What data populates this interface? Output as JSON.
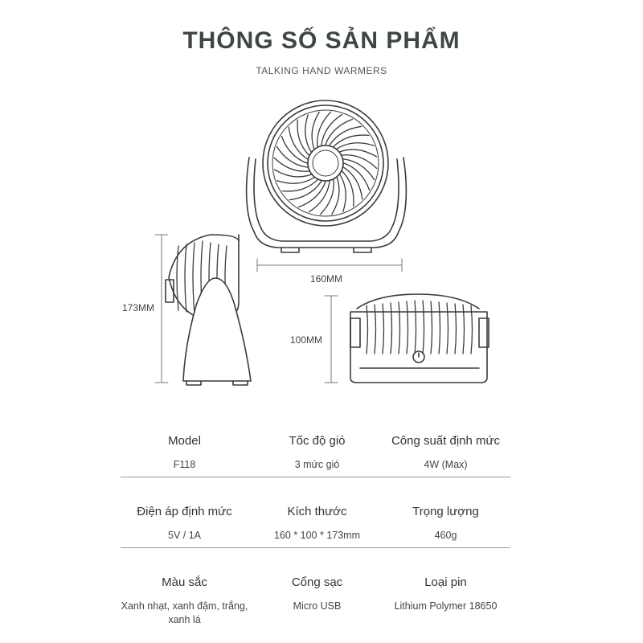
{
  "header": {
    "title": "THÔNG SỐ SẢN PHẨM",
    "subtitle": "TALKING HAND WARMERS"
  },
  "dimensions": {
    "width": "160MM",
    "height": "173MM",
    "depth": "100MM"
  },
  "specs": [
    [
      {
        "label": "Model",
        "value": "F118"
      },
      {
        "label": "Tốc độ gió",
        "value": "3 mức gió"
      },
      {
        "label": "Công suất định mức",
        "value": "4W (Max)"
      }
    ],
    [
      {
        "label": "Điện áp định mức",
        "value": "5V / 1A"
      },
      {
        "label": "Kích thước",
        "value": "160 * 100 * 173mm"
      },
      {
        "label": "Trọng lượng",
        "value": "460g"
      }
    ],
    [
      {
        "label": "Màu sắc",
        "value": "Xanh nhạt, xanh đậm, trắng, xanh lá"
      },
      {
        "label": "Cổng sạc",
        "value": "Micro USB"
      },
      {
        "label": "Loại pin",
        "value": "Lithium Polymer 18650"
      }
    ]
  ]
}
